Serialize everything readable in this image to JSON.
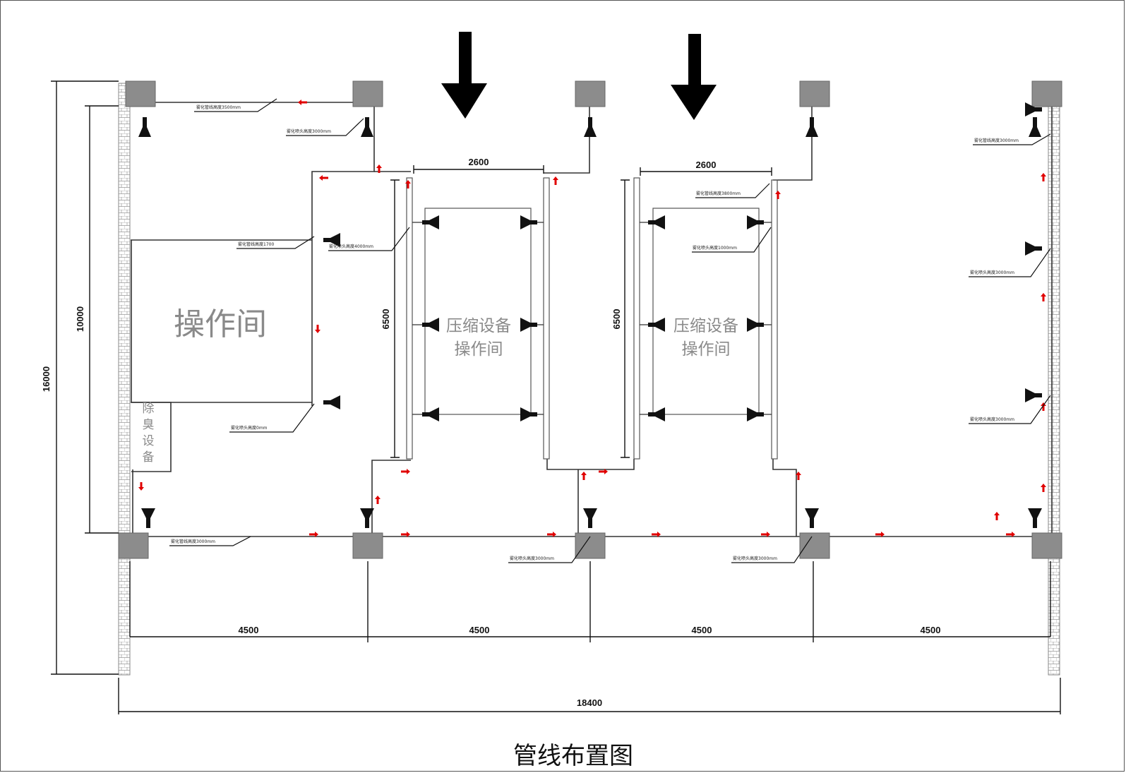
{
  "title": "管线布置图",
  "rooms": {
    "operation": "操作间",
    "deodor": [
      "除",
      "臭",
      "设",
      "备"
    ],
    "compress1": [
      "压缩设备",
      "操作间"
    ],
    "compress2": [
      "压缩设备",
      "操作间"
    ]
  },
  "dimensions": {
    "total_width": "18400",
    "total_height": "16000",
    "inner_height": "10000",
    "bays": [
      "4500",
      "4500",
      "4500",
      "4500"
    ],
    "room1_width": "2600",
    "room2_width": "2600",
    "room1_height": "6500",
    "room2_height": "6500"
  },
  "notes": {
    "n1": "雾化管线高度3500mm",
    "n2": "雾化喷头高度3000mm",
    "n3": "雾化管线高度1700",
    "n4": "雾化喷头高度4000mm",
    "n5": "雾化喷头高度0mm",
    "n6": "雾化管线高度3000mm",
    "n7": "雾化喷头高度3000mm",
    "n8": "雾化喷头高度3000mm",
    "n9": "雾化管线高度3800mm",
    "n10": "雾化喷头高度1000mm",
    "n11": "雾化管线高度3000mm",
    "n12": "雾化喷头高度3000mm",
    "n13": "雾化喷头高度3000mm"
  },
  "colors": {
    "pipe": "#333333",
    "column": "#8c8c8c",
    "arrow": "#e00000",
    "wall": "#9a9a9a"
  }
}
